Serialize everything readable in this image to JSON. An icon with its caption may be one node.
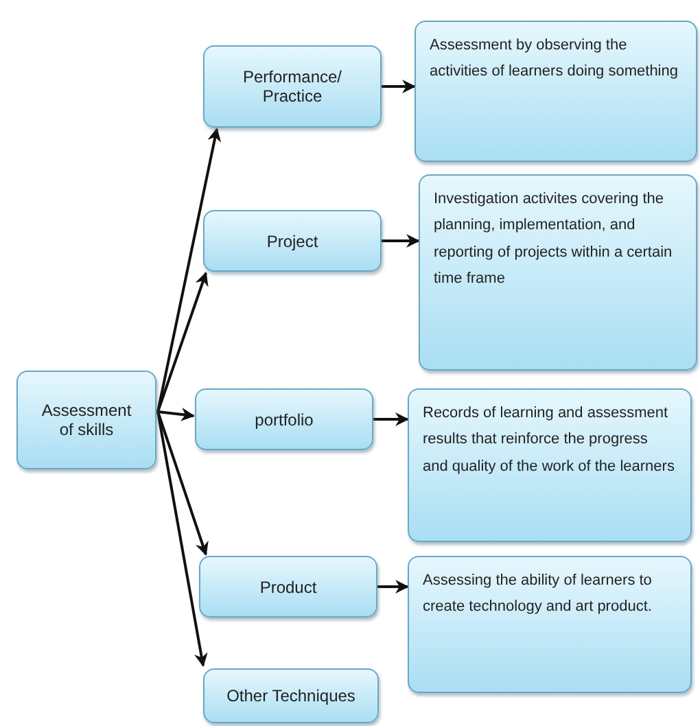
{
  "diagram": {
    "nodes": [
      {
        "text": [
          "Assessment of skills"
        ]
      },
      {
        "text": [
          "Performance/ Practice"
        ]
      },
      {
        "text": [
          "Assessment by observing the activities of learners  doing something"
        ]
      },
      {
        "text": [
          "Project"
        ]
      },
      {
        "text": [
          "Investigation activites covering the planning, implementation, and reporting of projects within a certain time frame"
        ]
      },
      {
        "text": [
          "portfolio"
        ]
      },
      {
        "text": [
          "Records of learning and assessment results that reinforce the progress and quality of the work of the learners"
        ]
      },
      {
        "text": [
          "Product"
        ]
      },
      {
        "text": [
          "Assessing the ability of learners to create technology and art product."
        ]
      },
      {
        "text": [
          "Other Techniques"
        ]
      }
    ],
    "edges": [
      {
        "from": 0,
        "to": 1,
        "arrow": "to"
      },
      {
        "from": 0,
        "to": 3,
        "arrow": "to"
      },
      {
        "from": 0,
        "to": 5,
        "arrow": "to"
      },
      {
        "from": 0,
        "to": 7,
        "arrow": "to"
      },
      {
        "from": 0,
        "to": 9,
        "arrow": "to"
      },
      {
        "from": 1,
        "to": 2,
        "arrow": "to"
      },
      {
        "from": 3,
        "to": 4,
        "arrow": "to"
      },
      {
        "from": 5,
        "to": 6,
        "arrow": "to"
      },
      {
        "from": 7,
        "to": 8,
        "arrow": "to"
      }
    ]
  }
}
